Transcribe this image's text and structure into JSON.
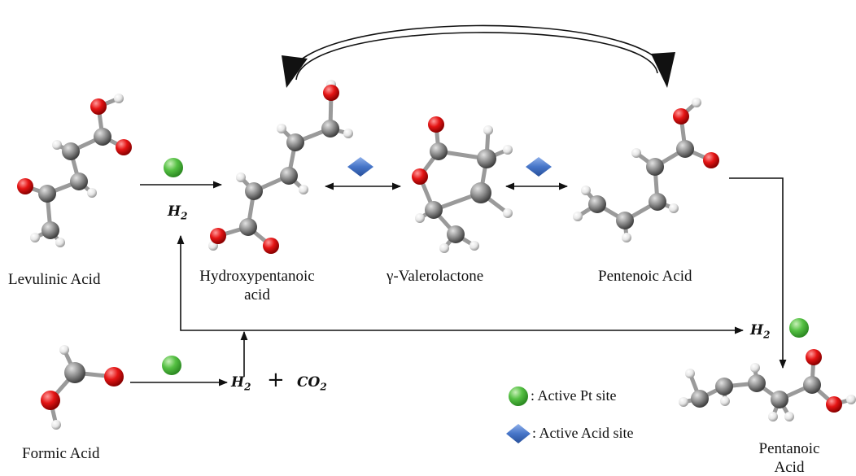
{
  "compounds": {
    "levulinic": "Levulinic Acid",
    "hydroxy_line1": "Hydroxypentanoic",
    "hydroxy_line2": "acid",
    "gvl": "γ-Valerolactone",
    "pentenoic": "Pentenoic Acid",
    "formic": "Formic Acid",
    "pentanoic_line1": "Pentanoic",
    "pentanoic_line2": "Acid"
  },
  "reagents": {
    "h2_symbol": "H",
    "h2_subscript": "2",
    "co2_symbol": "CO",
    "co2_subscript": "2",
    "plus": "+"
  },
  "legend": {
    "pt_site": ": Active Pt site",
    "acid_site": ": Active Acid site"
  },
  "colors": {
    "carbon": "#7a7a7a",
    "oxygen": "#e01010",
    "hydrogen": "#e8e8e8",
    "pt_site": "#4cbb3c",
    "acid_site": "#3f6fc4",
    "arrow": "#111111"
  }
}
